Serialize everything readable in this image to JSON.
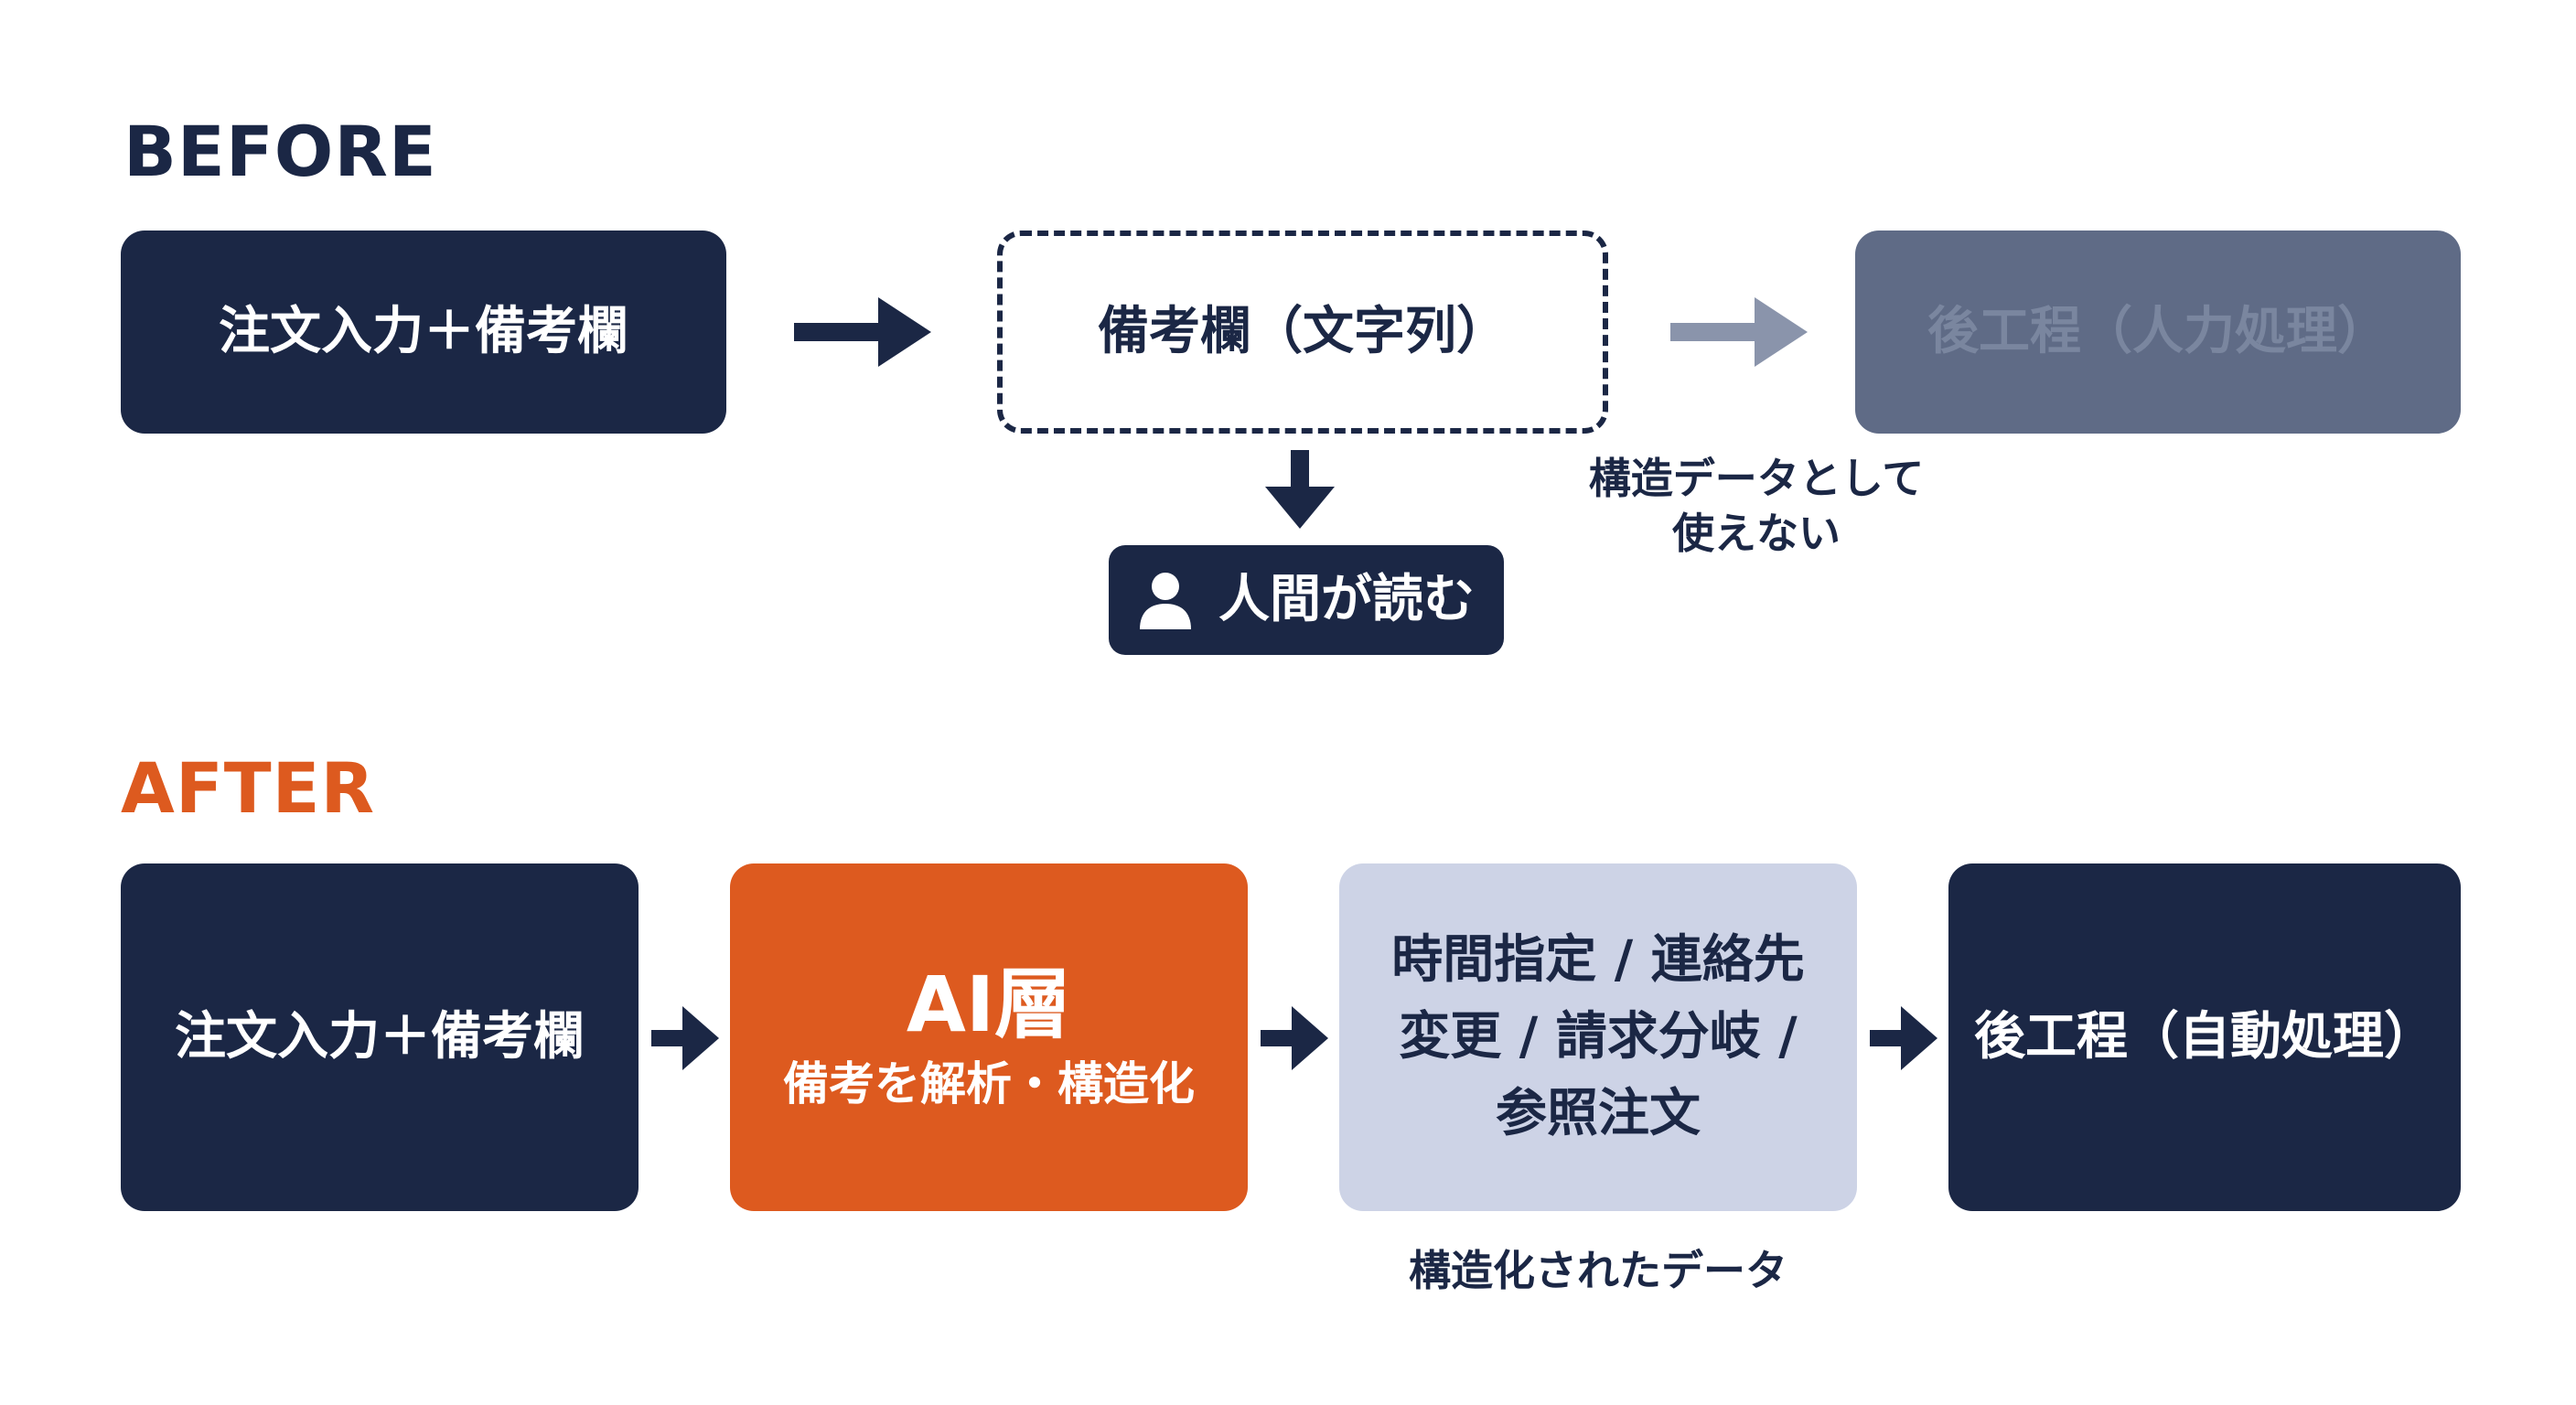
{
  "before": {
    "label": "BEFORE",
    "box_input": "注文入力＋備考欄",
    "box_remarks": "備考欄（文字列）",
    "box_post": "後工程（人力処理）",
    "human_label": "人間が読む",
    "note_line1": "構造データとして",
    "note_line2": "使えない"
  },
  "after": {
    "label": "AFTER",
    "box_input": "注文入力＋備考欄",
    "ai_title": "AI層",
    "ai_subtitle": "備考を解析・構造化",
    "structured_line1": "時間指定 / 連絡先",
    "structured_line2": "変更 / 請求分岐 /",
    "structured_line3": "参照注文",
    "box_post": "後工程（自動処理）",
    "note": "構造化されたデータ"
  },
  "colors": {
    "navy": "#1b2745",
    "orange": "#dd5a1f",
    "light_blue": "#cdd3e6",
    "muted": "#5f6b86",
    "gray_arrow": "#8a94ab"
  },
  "icons": {
    "human": "person-icon"
  }
}
